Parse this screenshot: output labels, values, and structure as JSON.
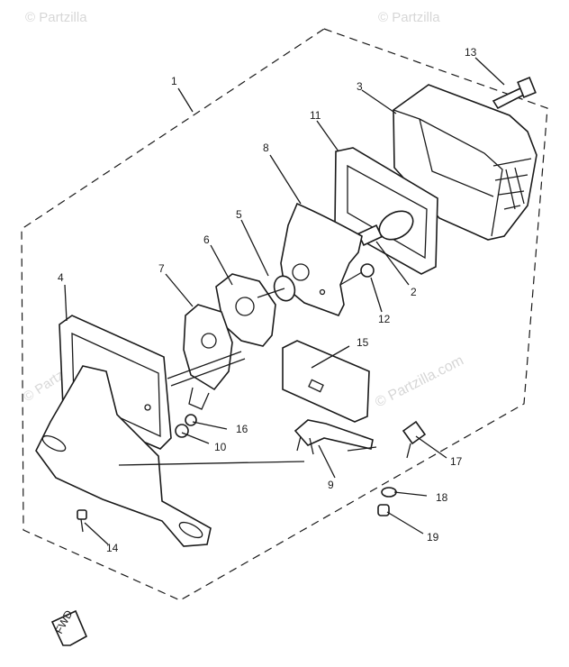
{
  "watermarks": {
    "corner_left": "© Partzilla",
    "corner_right": "© Partzilla",
    "left_mid": "© Partzilla.com",
    "center": "© Partzilla.com"
  },
  "fwd_label": "FWD",
  "callouts": [
    "1",
    "2",
    "3",
    "4",
    "5",
    "6",
    "7",
    "8",
    "9",
    "10",
    "11",
    "12",
    "13",
    "14",
    "15",
    "16",
    "17",
    "18",
    "19"
  ],
  "colors": {
    "ink": "#1a1a1a",
    "paper": "#ffffff"
  }
}
